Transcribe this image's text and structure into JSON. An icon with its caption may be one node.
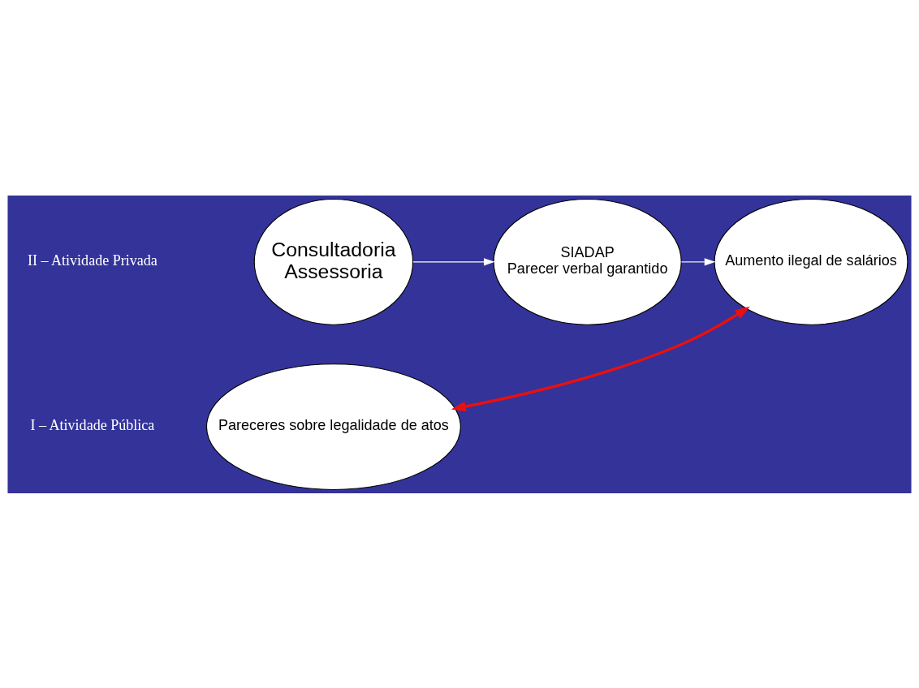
{
  "diagram": {
    "nodes": [
      {
        "text": [
          "Pareceres sobre legalidade de atos"
        ]
      },
      {
        "text": [
          "SIADAP",
          "Parecer verbal garantido"
        ]
      },
      {
        "text": [
          "Aumento ilegal de salários"
        ]
      },
      {
        "text": [
          "Consultadoria",
          "Assessoria"
        ]
      }
    ],
    "edges": [
      {
        "from": 0,
        "to": 2,
        "arrow": "both",
        "style": "thick",
        "color": "#e81010"
      },
      {
        "from": 3,
        "to": 1,
        "arrow": "to"
      },
      {
        "from": 1,
        "to": 2,
        "arrow": "to"
      }
    ],
    "labels": [
      "I – Atividade Pública",
      "II – Atividade Privada"
    ]
  }
}
